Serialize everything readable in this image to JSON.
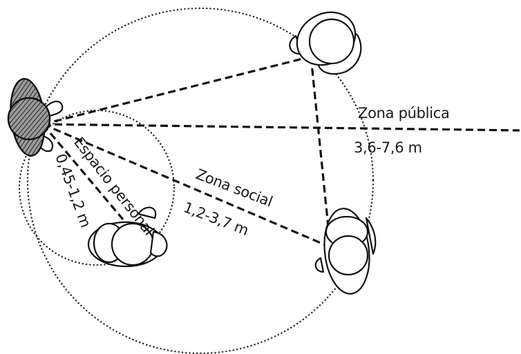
{
  "labels": {
    "public_zone": "Zona pública",
    "public_range": "3,6-7,6 m",
    "social_zone": "Zona social",
    "social_range": "1,2-3,7 m",
    "personal_space": "Espacio personal",
    "personal_range": "0,45-1,2 m"
  },
  "figures": {
    "center": "person-top-view-icon",
    "top": "person-top-view-icon",
    "middle": "person-top-view-icon",
    "right": "person-top-view-icon"
  }
}
